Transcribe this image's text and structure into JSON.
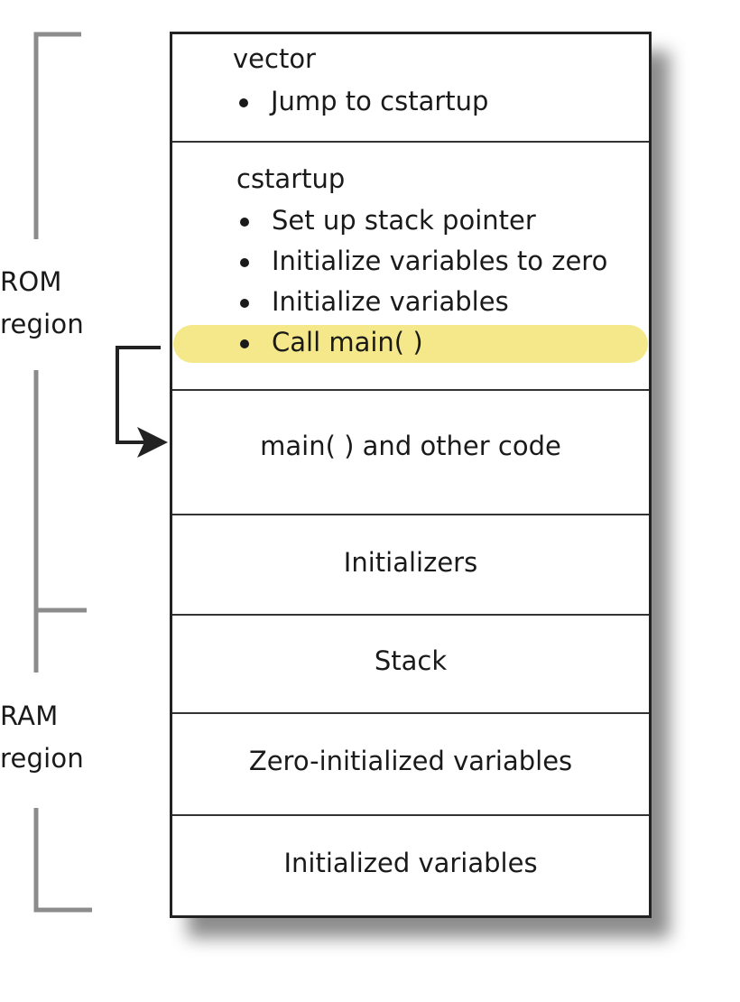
{
  "regions": {
    "rom": {
      "line1": "ROM",
      "line2": "region"
    },
    "ram": {
      "line1": "RAM",
      "line2": "region"
    }
  },
  "sections": {
    "vector": {
      "title": "vector",
      "bullets": [
        "Jump to cstartup"
      ]
    },
    "cstartup": {
      "title": "cstartup",
      "bullets": [
        "Set up stack pointer",
        "Initialize variables to zero",
        "Initialize variables",
        "Call main( )"
      ]
    },
    "main_code": {
      "label": "main( ) and other code"
    },
    "initializers": {
      "label": "Initializers"
    },
    "stack": {
      "label": "Stack"
    },
    "zero_init": {
      "label": "Zero-initialized variables"
    },
    "init_vars": {
      "label": "Initialized variables"
    }
  },
  "colors": {
    "highlight": "#f4e88a",
    "bracket": "#8c8c8c",
    "box_border": "#222222"
  }
}
